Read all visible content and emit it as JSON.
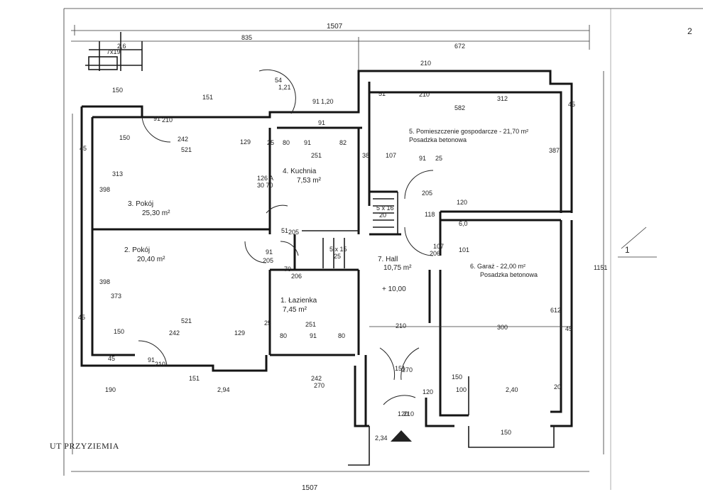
{
  "page_number": "2",
  "title": "UT PRZYZIEMIA",
  "dimensions": {
    "overall_width": "1507",
    "left_block": "835",
    "right_block": "672",
    "stair_top_a": "7x19",
    "stair_top_b": "2,6",
    "side_150": "150",
    "right_height": "1151",
    "left_top": "45",
    "left_mid": "45",
    "left_low": "45",
    "side_313": "313",
    "side_398_a": "398",
    "side_398_b": "398",
    "side_373": "373",
    "bottom_190": "190",
    "dim_91_210_a": "91",
    "dim_91_210_b": "210",
    "dim_151": "151",
    "dim_150": "150",
    "dim_242": "242",
    "dim_129": "129",
    "dim_80": "80",
    "dim_91": "91",
    "dim_82": "82",
    "dim_521": "521",
    "dim_25": "25",
    "dim_251": "251",
    "dim_38": "38",
    "dim_107": "107",
    "dim_91b": "91",
    "dim_25b": "25",
    "dim_210": "210",
    "dim_312": "312",
    "dim_582": "582",
    "dim_387": "387",
    "dim_45r": "45",
    "dim_205": "205",
    "dim_120": "120",
    "dim_118": "118",
    "dim_6_0": "6,0",
    "dim_101": "101",
    "dim_91_205_a": "91",
    "dim_91_205_b": "205",
    "dim_51_205_a": "51",
    "dim_51_205_b": "205",
    "dim_70_206_a": "70",
    "dim_70_206_b": "206",
    "dim_107_206_a": "107",
    "dim_107_206_b": "206",
    "dim_521b": "521",
    "dim_150b": "150",
    "dim_242b": "242",
    "dim_129b": "129",
    "dim_251b": "251",
    "dim_80b": "80",
    "dim_91c": "91",
    "dim_80c": "80",
    "dim_210b": "210",
    "dim_300": "300",
    "dim_612": "612",
    "dim_45rb": "45",
    "dim_151b": "151",
    "dim_270": "270",
    "dim_150c": "150",
    "dim_100": "100",
    "dim_240": "2,40",
    "dim_20": "20",
    "dim_120b": "120",
    "dim_242_270_a": "242",
    "dim_242_270_b": "270",
    "dim_91_210_c": "91",
    "dim_91_210_d": "210",
    "dim_151c": "151",
    "dim_2_94": "2,94",
    "dim_2_34": "2,34",
    "dim_150d": "150",
    "dim_10_00": "+ 10,00",
    "stair_5x16": "5 x 16",
    "stair_20": "20",
    "stair_5x15": "5 x 15",
    "stair_25": "25",
    "dim_120_210_a": "120",
    "dim_120_210_b": "210",
    "dim_126_a": "126 A",
    "dim_126_b": "30 70",
    "dim_54_121_a": "54",
    "dim_54_121_b": "1,21",
    "dim_91_120_a": "91",
    "dim_91_120_b": "1,20"
  },
  "rooms": [
    {
      "id": "pokoj-3",
      "name": "3. Pokój",
      "area": "25,30 m²"
    },
    {
      "id": "kuchnia",
      "name": "4. Kuchnia",
      "area": "7,53 m²"
    },
    {
      "id": "pom-gosp",
      "name": "5. Pomieszczenie gospodarcze - 21,70 m²",
      "floor": "Posadzka betonowa"
    },
    {
      "id": "pokoj-2",
      "name": "2. Pokój",
      "area": "20,40 m²"
    },
    {
      "id": "lazienka",
      "name": "1. Łazienka",
      "area": "7,45 m²"
    },
    {
      "id": "hall",
      "name": "7. Hall",
      "area": "10,75 m²"
    },
    {
      "id": "garaz",
      "name": "6. Garaż - 22,00 m²",
      "floor": "Posadzka betonowa"
    }
  ],
  "marker": "1"
}
